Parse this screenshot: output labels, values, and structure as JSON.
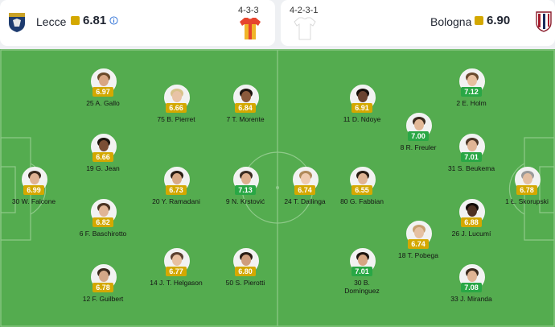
{
  "home": {
    "name": "Lecce",
    "rating": "6.81",
    "formation": "4-3-3"
  },
  "away": {
    "name": "Bologna",
    "rating": "6.90",
    "formation": "4-2-3-1"
  },
  "colors": {
    "pitch": "#54ac4f",
    "line": "#8fca8a",
    "yellow": "#d4a800",
    "green": "#29a745"
  },
  "players": [
    {
      "n": "25 A. Gallo",
      "r": "6.97",
      "c": "yellow",
      "team": "home",
      "skin": "#d8a683",
      "hair": "#6b4a2a"
    },
    {
      "n": "75 B. Pierret",
      "r": "6.66",
      "c": "yellow",
      "team": "home",
      "skin": "#e8c3a6",
      "hair": "#d8c28a"
    },
    {
      "n": "7 T. Morente",
      "r": "6.84",
      "c": "yellow",
      "team": "home",
      "skin": "#8a5a3c",
      "hair": "#1e1510"
    },
    {
      "n": "19 G. Jean",
      "r": "6.66",
      "c": "yellow",
      "team": "home",
      "skin": "#7a4e34",
      "hair": "#1a120c"
    },
    {
      "n": "30 W. Falcone",
      "r": "6.99",
      "c": "yellow",
      "team": "home",
      "skin": "#e0b394",
      "hair": "#3a2a1e"
    },
    {
      "n": "20 Y. Ramadani",
      "r": "6.73",
      "c": "yellow",
      "team": "home",
      "skin": "#d8a986",
      "hair": "#2a1d14"
    },
    {
      "n": "9 N. Krstović",
      "r": "7.13",
      "c": "green",
      "team": "home",
      "skin": "#deb08f",
      "hair": "#3a2c22"
    },
    {
      "n": "6 F. Baschirotto",
      "r": "6.82",
      "c": "yellow",
      "team": "home",
      "skin": "#e0b596",
      "hair": "#4a3322"
    },
    {
      "n": "14 J. T. Helgason",
      "r": "6.77",
      "c": "yellow",
      "team": "home",
      "skin": "#e8c0a0",
      "hair": "#5a4030"
    },
    {
      "n": "50 S. Pierotti",
      "r": "6.80",
      "c": "yellow",
      "team": "home",
      "skin": "#cf9d7c",
      "hair": "#2a1d14"
    },
    {
      "n": "12 F. Guilbert",
      "r": "6.78",
      "c": "yellow",
      "team": "home",
      "skin": "#d4a888",
      "hair": "#3a2a1e"
    },
    {
      "n": "2 E. Holm",
      "r": "7.12",
      "c": "green",
      "team": "away",
      "skin": "#e8c0a0",
      "hair": "#6a4a2e"
    },
    {
      "n": "11 D. Ndoye",
      "r": "6.91",
      "c": "yellow",
      "team": "away",
      "skin": "#6a4330",
      "hair": "#140e0a"
    },
    {
      "n": "8 R. Freuler",
      "r": "7.00",
      "c": "green",
      "team": "away",
      "skin": "#e2b897",
      "hair": "#3a2a1e"
    },
    {
      "n": "31 S. Beukema",
      "r": "7.01",
      "c": "green",
      "team": "away",
      "skin": "#e0b596",
      "hair": "#4a3526"
    },
    {
      "n": "24 T. Dallinga",
      "r": "6.74",
      "c": "yellow",
      "team": "away",
      "skin": "#efcbb0",
      "hair": "#b08a5a"
    },
    {
      "n": "80 G. Fabbian",
      "r": "6.55",
      "c": "yellow",
      "team": "away",
      "skin": "#e0b494",
      "hair": "#2a1d14"
    },
    {
      "n": "1 Ł. Skorupski",
      "r": "6.78",
      "c": "yellow",
      "team": "away",
      "skin": "#e4bfa2",
      "hair": "#9a9a9a"
    },
    {
      "n": "26 J. Lucumí",
      "r": "6.88",
      "c": "yellow",
      "team": "away",
      "skin": "#4e3224",
      "hair": "#120c08"
    },
    {
      "n": "18 T. Pobega",
      "r": "6.74",
      "c": "yellow",
      "team": "away",
      "skin": "#e6c1a3",
      "hair": "#c9a070"
    },
    {
      "n": "30 B.\nDomínguez",
      "r": "7.01",
      "c": "green",
      "team": "away",
      "skin": "#d6a583",
      "hair": "#1e1510"
    },
    {
      "n": "33 J. Miranda",
      "r": "7.08",
      "c": "green",
      "team": "away",
      "skin": "#e0b494",
      "hair": "#3a2a1e"
    }
  ]
}
